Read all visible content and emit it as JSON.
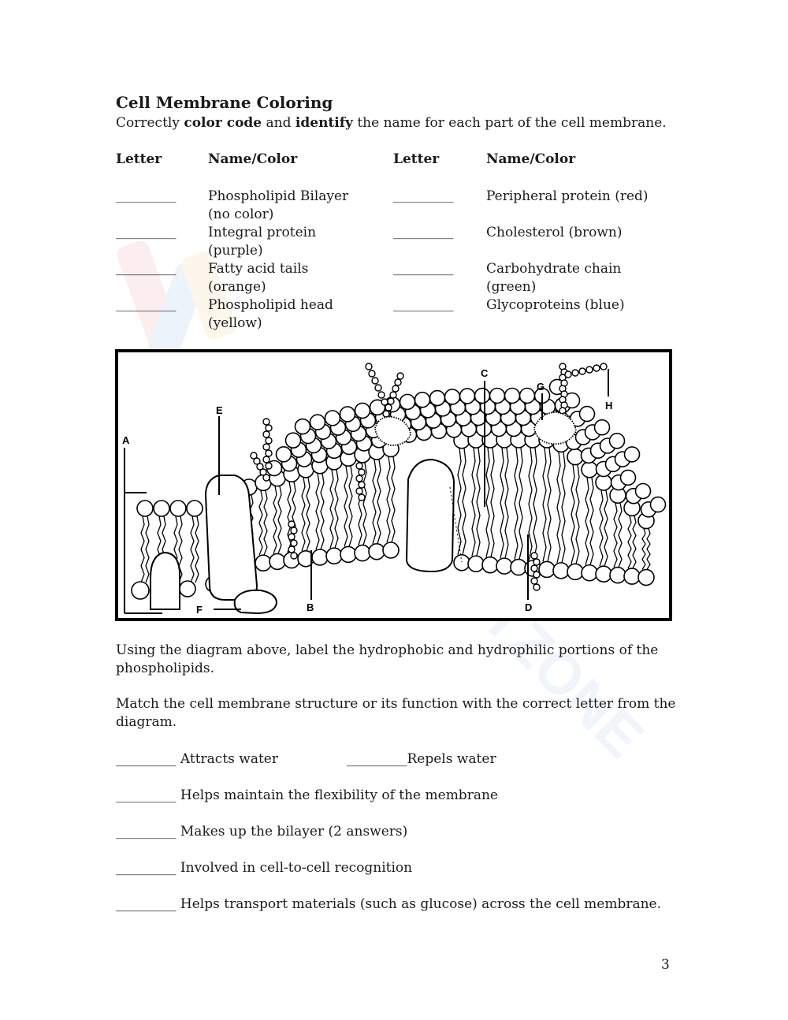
{
  "title": "Cell Membrane Coloring",
  "intro": {
    "p1": "Correctly ",
    "b1": "color code",
    "p2": " and ",
    "b2": "identify",
    "p3": " the name for each part of the cell membrane."
  },
  "table": {
    "headers": [
      "Letter",
      "Name/Color",
      "Letter",
      "Name/Color"
    ],
    "blank": "_________",
    "left": [
      {
        "l1": "Phospholipid Bilayer",
        "l2": "(no color)"
      },
      {
        "l1": "Integral protein",
        "l2": "(purple)"
      },
      {
        "l1": "Fatty acid tails",
        "l2": "(orange)"
      },
      {
        "l1": "Phospholipid head",
        "l2": "(yellow)"
      }
    ],
    "right": [
      {
        "l1": "Peripheral protein (red)",
        "l2": ""
      },
      {
        "l1": "Cholesterol (brown)",
        "l2": ""
      },
      {
        "l1": "Carbohydrate chain",
        "l2": "(green)"
      },
      {
        "l1": "Glycoproteins (blue)",
        "l2": ""
      }
    ]
  },
  "diagram_labels": [
    "A",
    "B",
    "C",
    "D",
    "E",
    "F",
    "G",
    "H"
  ],
  "instructions": {
    "label_line1": "Using the diagram above, label the hydrophobic and hydrophilic portions of the",
    "label_line2": "phospholipids.",
    "match_line1": "Match the cell membrane structure or its function with the correct letter from the",
    "match_line2": "diagram."
  },
  "questions": {
    "blank": "_________",
    "q1a": " Attracts water",
    "q1b": "Repels water",
    "q2": " Helps maintain the flexibility of the membrane",
    "q3": " Makes up the bilayer (2 answers)",
    "q4": " Involved in cell-to-cell recognition",
    "q5": " Helps transport materials (such as glucose) across the cell membrane."
  },
  "page_number": "3",
  "watermark": {
    "text": "WORKSHEETZONE",
    "colors": [
      "#e84b4b",
      "#3b7fd6",
      "#f2a93b"
    ]
  }
}
